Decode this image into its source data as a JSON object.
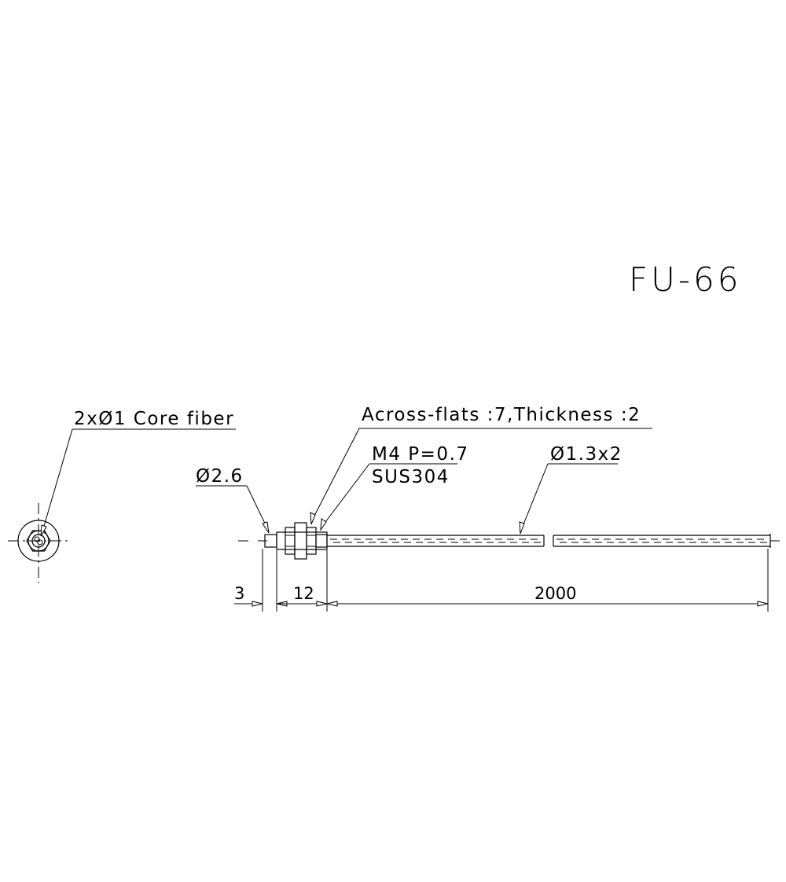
{
  "title": "FU-66",
  "labels": {
    "core_fiber": "2xØ1 Core fiber",
    "tip_diameter": "Ø2.6",
    "across_flats": "Across-flats :7,Thickness :2",
    "thread": "M4  P=0.7",
    "material": "SUS304",
    "cable_diameter": "Ø1.3x2"
  },
  "dimensions": {
    "tip_length": "3",
    "thread_length": "12",
    "cable_length": "2000"
  }
}
